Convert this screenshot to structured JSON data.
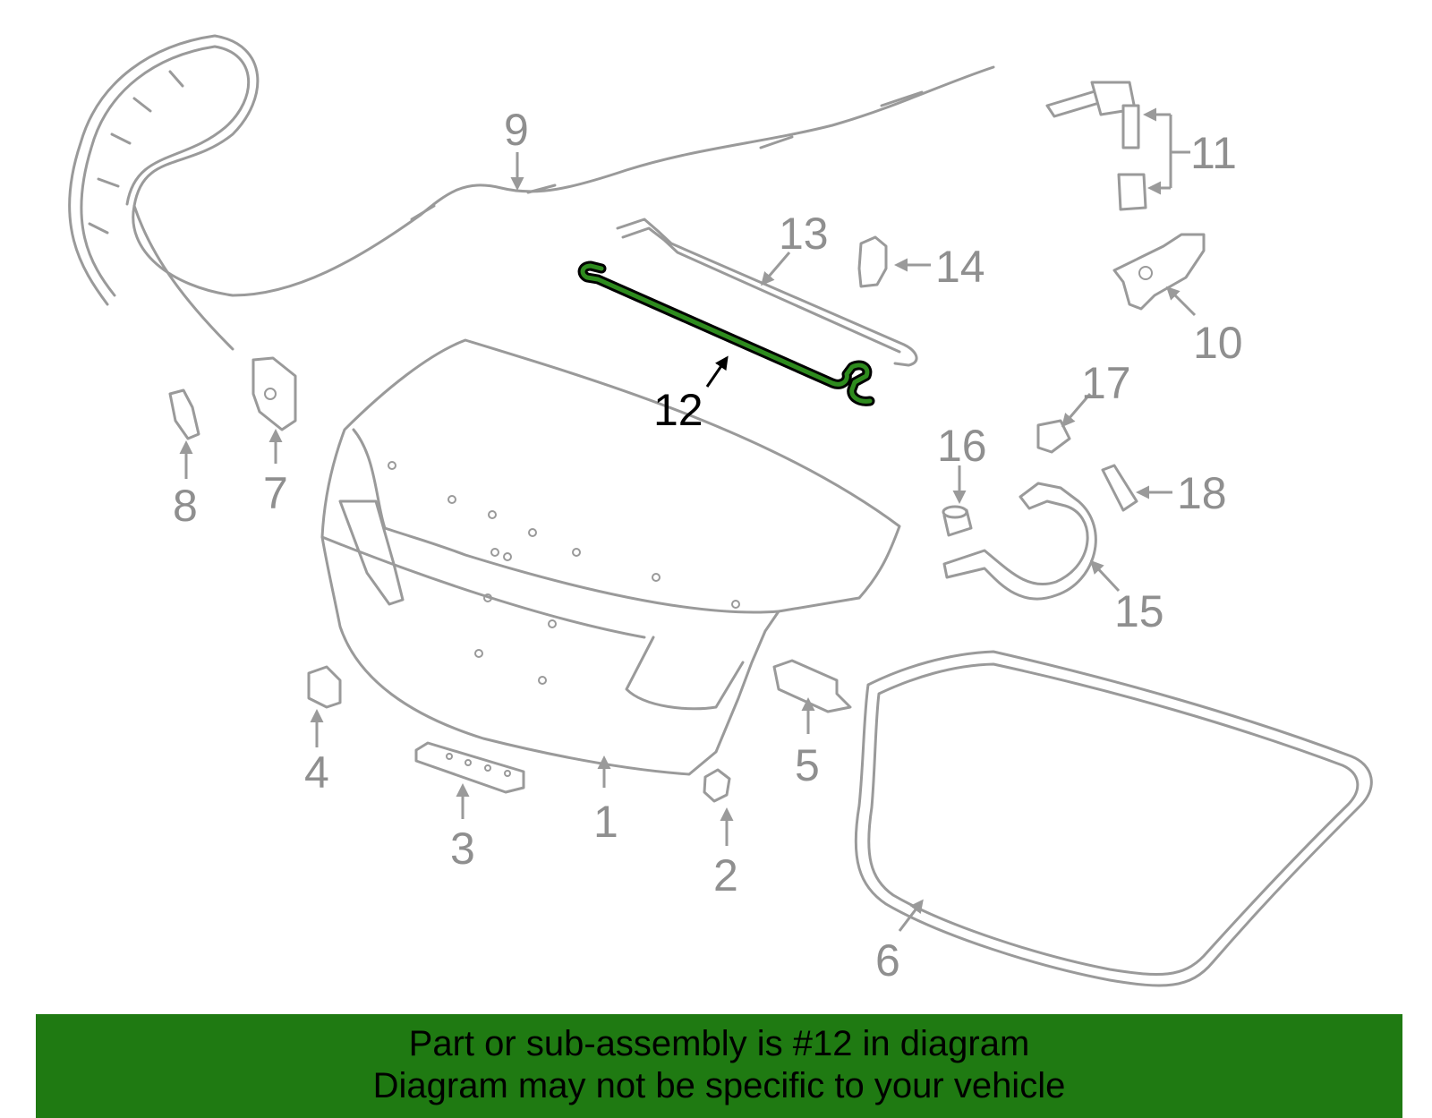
{
  "diagram": {
    "highlighted_part": "12",
    "highlight_color": "#2e8b1e",
    "callouts": [
      "1",
      "2",
      "3",
      "4",
      "5",
      "6",
      "7",
      "8",
      "9",
      "10",
      "11",
      "12",
      "13",
      "14",
      "15",
      "16",
      "17",
      "18"
    ]
  },
  "caption": {
    "line1": "Part or sub-assembly is #12 in diagram",
    "line2": "Diagram may not be specific to your vehicle",
    "background": "#1f7a12"
  }
}
